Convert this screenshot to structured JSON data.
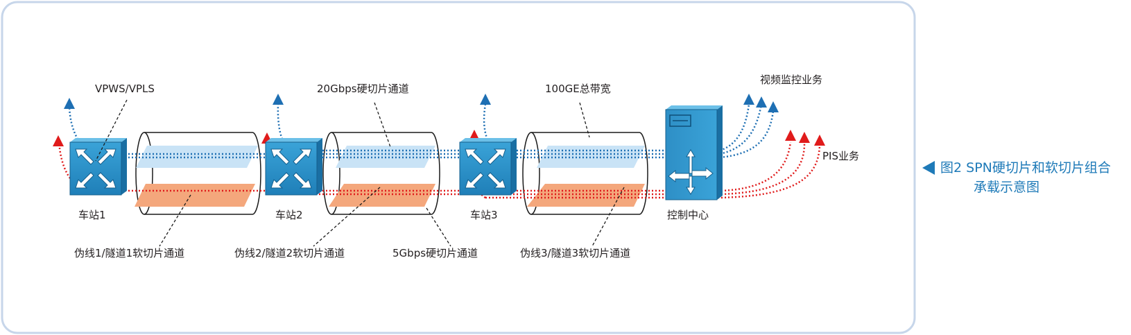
{
  "labels": {
    "vpws": "VPWS/VPLS",
    "hard20": "20Gbps硬切片通道",
    "ge100": "100GE总带宽",
    "video": "视频监控业务",
    "pis": "PIS业务",
    "st1": "车站1",
    "st2": "车站2",
    "st3": "车站3",
    "ctrl": "控制中心",
    "soft1": "伪线1/隧道1软切片通道",
    "soft2": "伪线2/隧道2软切片通道",
    "hard5": "5Gbps硬切片通道",
    "soft3": "伪线3/隧道3软切片通道"
  },
  "caption": {
    "line1": "图2  SPN硬切片和软切片组合",
    "line2": "承载示意图"
  },
  "colors": {
    "frame": "#c7d6ea",
    "switch_blue": "#2a8fc7",
    "blue_path": "#1e6fb3",
    "red_path": "#e01b1b",
    "hard_slice": "#c9e3f6",
    "soft_slice": "#f4a77c",
    "caption": "#1e7ab8"
  },
  "icons": {
    "switch": "switch-icon",
    "server": "server-icon"
  }
}
